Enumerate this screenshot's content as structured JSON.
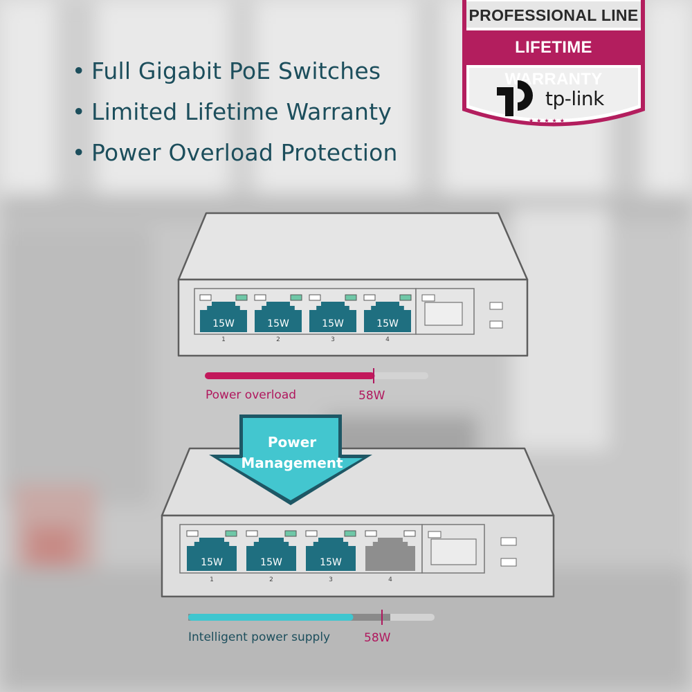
{
  "bullets": [
    "Full Gigabit PoE Switches",
    "Limited Lifetime Warranty",
    "Power Overload Protection"
  ],
  "badge": {
    "line1": "PROFESSIONAL LINE",
    "line2": "LIFETIME WARRANTY",
    "brand": "tp-link",
    "stars": "★★★★★"
  },
  "switch_top": {
    "ports": [
      {
        "number": "1",
        "label": "15W"
      },
      {
        "number": "2",
        "label": "15W"
      },
      {
        "number": "3",
        "label": "15W"
      },
      {
        "number": "4",
        "label": "15W"
      }
    ]
  },
  "overload_bar": {
    "caption": "Power overload",
    "limit_label": "58W",
    "fill_fraction": 0.76,
    "fill_color": "#c2185b"
  },
  "arrow": {
    "line1": "Power",
    "line2": "Management",
    "color": "#43c6cf"
  },
  "switch_bottom": {
    "ports": [
      {
        "number": "1",
        "label": "15W",
        "active": true
      },
      {
        "number": "2",
        "label": "15W",
        "active": true
      },
      {
        "number": "3",
        "label": "15W",
        "active": true
      },
      {
        "number": "4",
        "label": "",
        "active": false
      }
    ]
  },
  "supply_bar": {
    "caption": "Intelligent power supply",
    "limit_label": "58W",
    "fill_fraction": 0.67,
    "fill_color": "#3fc6cf"
  },
  "colors": {
    "teal_port": "#1f6f80",
    "led_green": "#6fc7a7",
    "magenta": "#b0185e",
    "dark_teal_text": "#1c4e5c"
  }
}
